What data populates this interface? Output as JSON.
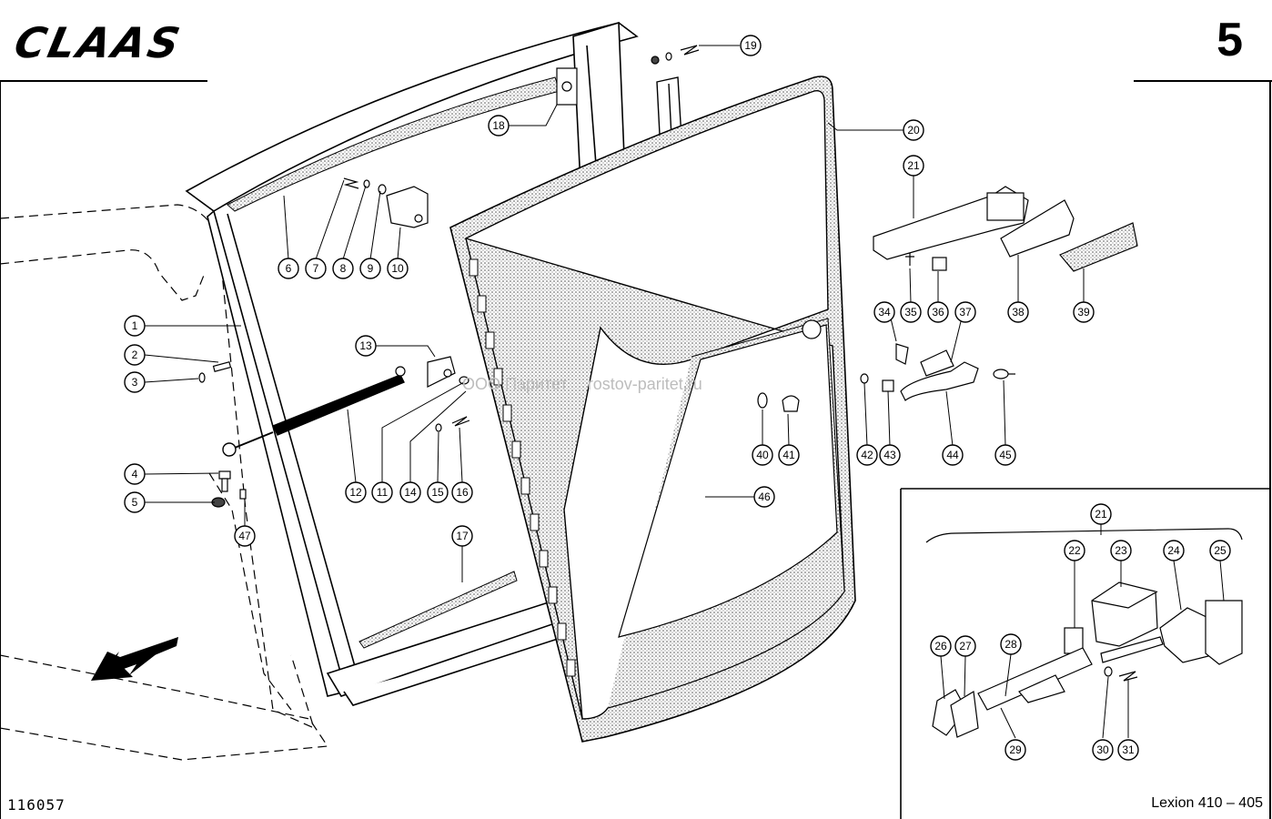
{
  "header": {
    "brand": "CLAAS",
    "page_number": "5"
  },
  "footer": {
    "document_number": "116057",
    "model": "Lexion 410 – 405"
  },
  "watermark": {
    "company": "ООО Паритет",
    "site": "rostov-paritet.ru"
  },
  "callouts": [
    "1",
    "2",
    "3",
    "4",
    "5",
    "6",
    "7",
    "8",
    "9",
    "10",
    "11",
    "12",
    "13",
    "14",
    "15",
    "16",
    "17",
    "18",
    "19",
    "20",
    "21",
    "21",
    "22",
    "23",
    "24",
    "25",
    "26",
    "27",
    "28",
    "29",
    "30",
    "31",
    "34",
    "35",
    "36",
    "37",
    "38",
    "39",
    "40",
    "41",
    "42",
    "43",
    "44",
    "45",
    "46",
    "47"
  ]
}
